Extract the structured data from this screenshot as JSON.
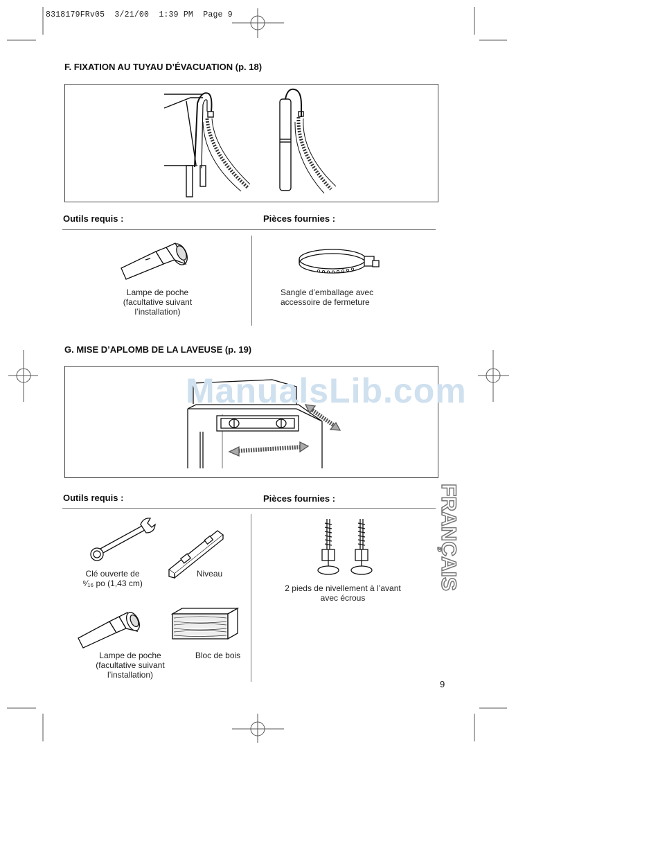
{
  "header": {
    "print_line": "8318179FRv05  3/21/00  1:39 PM  Page 9"
  },
  "watermark": "ManualsLib.com",
  "side_label": "FRANÇAIS",
  "page_number": "9",
  "section_f": {
    "title": "F. FIXATION AU TUYAU D’ÉVACUATION (p. 18)",
    "tools_heading": "Outils requis :",
    "parts_heading": "Pièces fournies :",
    "tools": [
      {
        "label": "Lampe de poche\n(facultative suivant\nl’installation)",
        "icon": "flashlight-icon"
      }
    ],
    "parts": [
      {
        "label": "Sangle d’emballage avec\naccessoire de fermeture",
        "icon": "strap-clamp-icon"
      }
    ]
  },
  "section_g": {
    "title": "G. MISE D’APLOMB DE LA LAVEUSE (p. 19)",
    "tools_heading": "Outils requis :",
    "parts_heading": "Pièces fournies :",
    "tools": [
      {
        "label": "Clé ouverte de\n⁹⁄₁₆ po (1,43 cm)",
        "icon": "wrench-icon"
      },
      {
        "label": "Niveau",
        "icon": "level-icon"
      },
      {
        "label": "Lampe de poche\n(facultative suivant\nl’installation)",
        "icon": "flashlight-icon"
      },
      {
        "label": "Bloc de bois",
        "icon": "wood-block-icon"
      }
    ],
    "parts": [
      {
        "label": "2 pieds de nivellement à l’avant\navec écrous",
        "icon": "leveling-feet-icon"
      }
    ]
  }
}
